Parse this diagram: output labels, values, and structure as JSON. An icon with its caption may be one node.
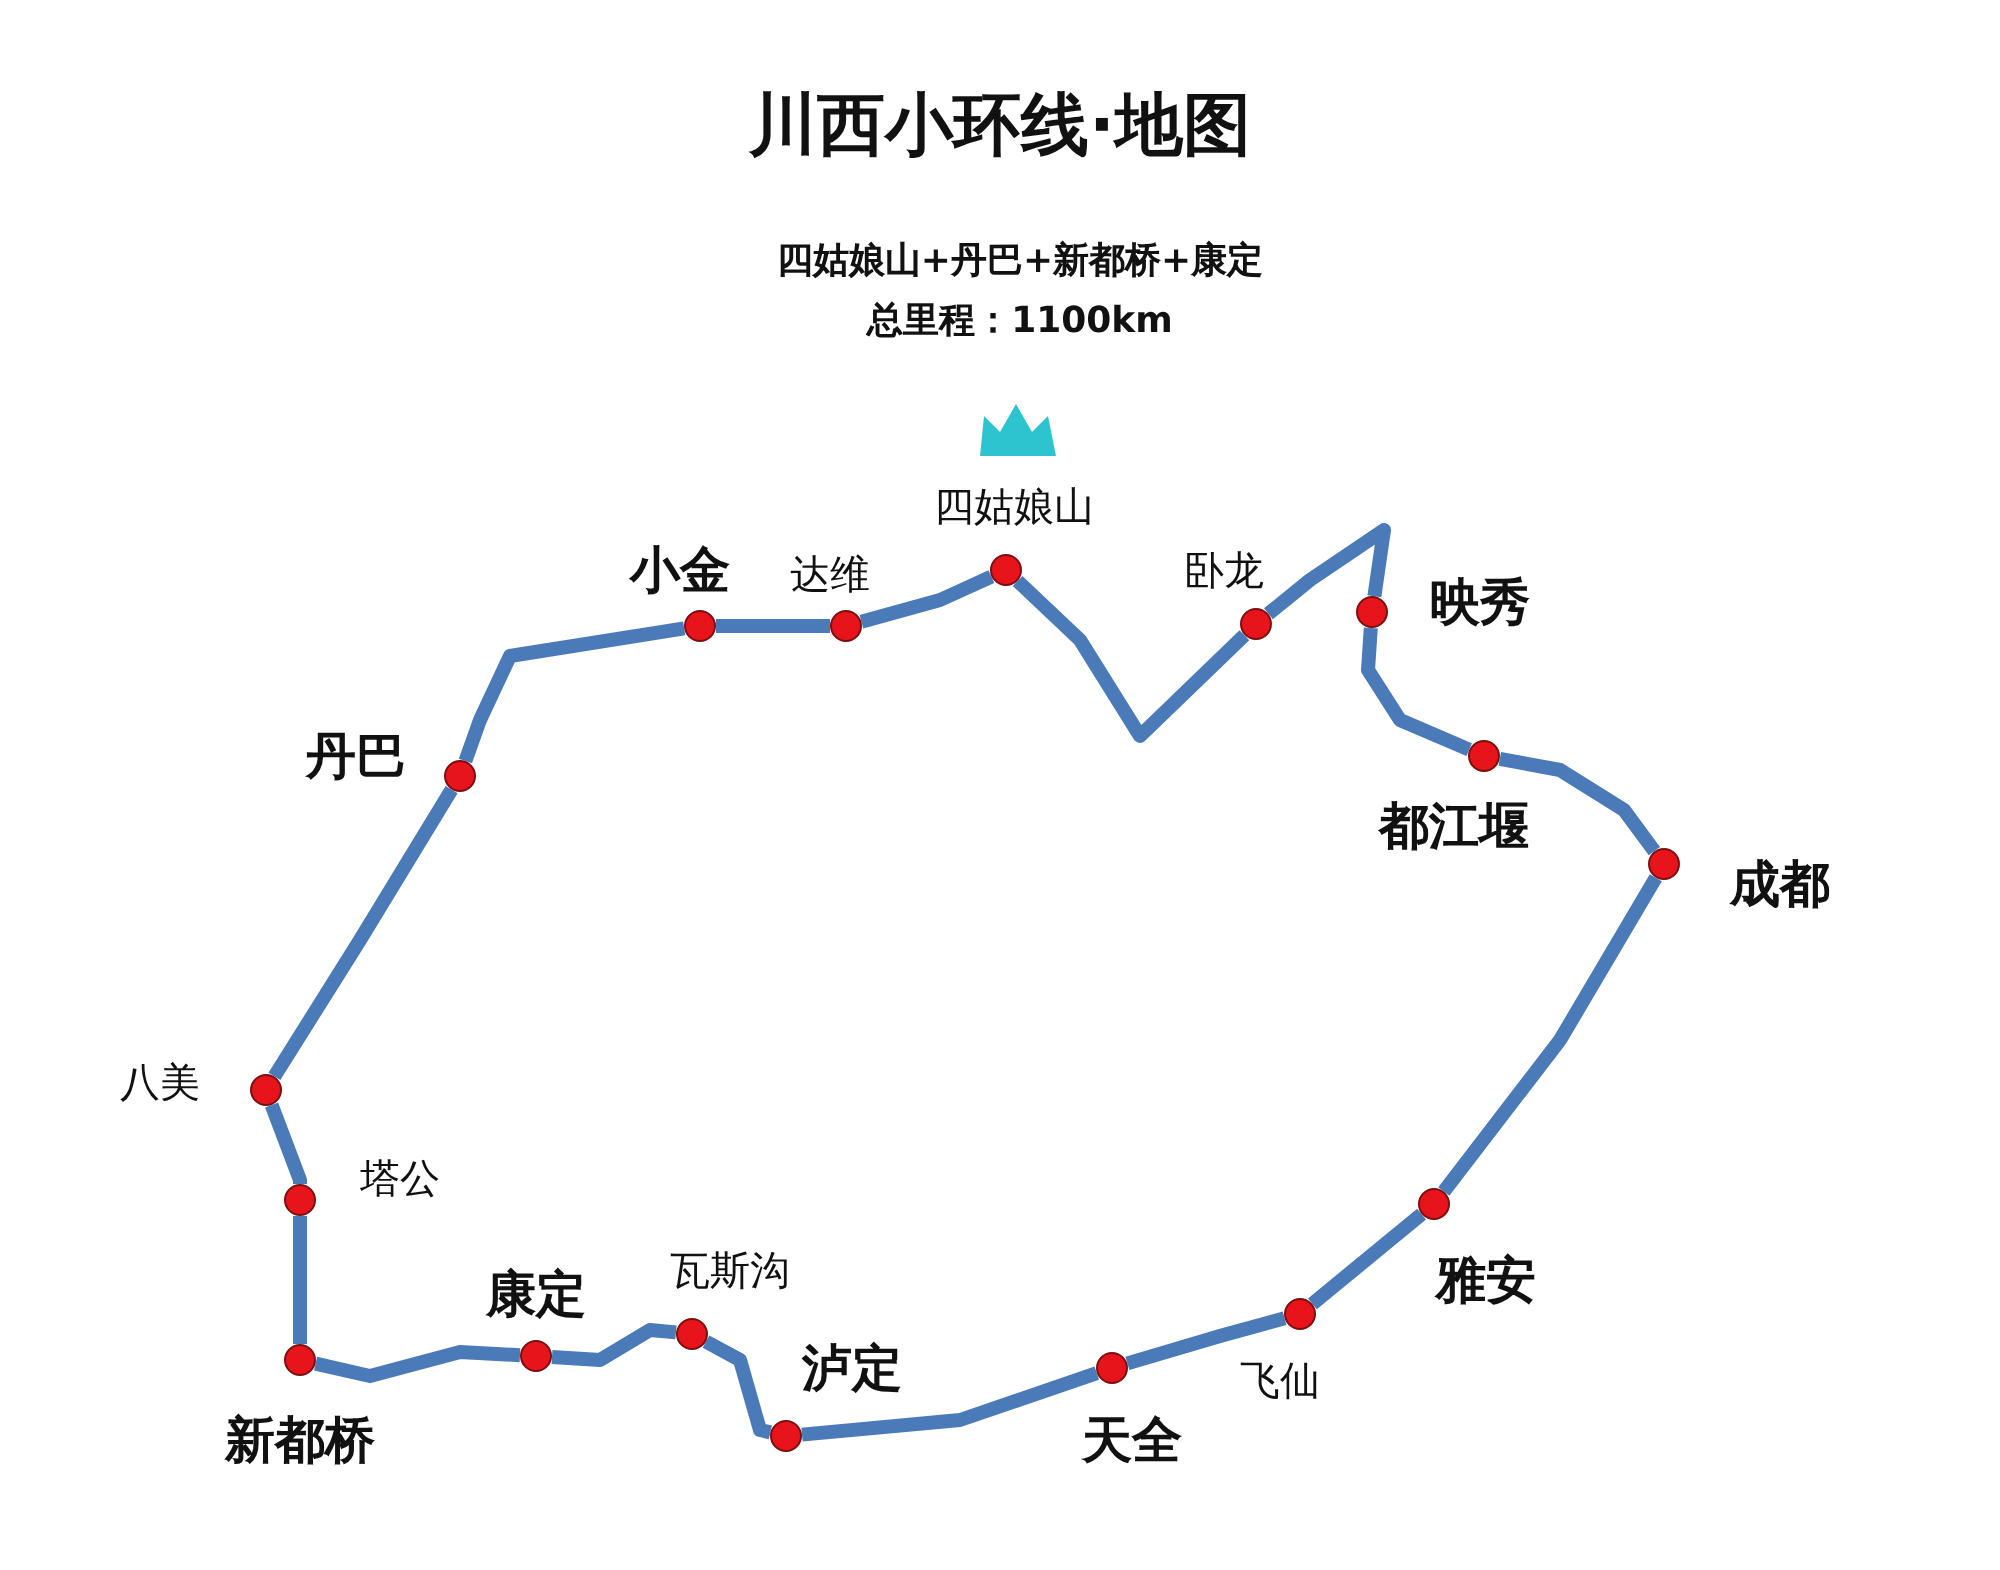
{
  "diagram": {
    "title": "川西小环线·地图",
    "nodes": [
      {
        "text": [],
        "shape": "circle",
        "beside": [
          "成都"
        ]
      },
      {
        "text": [],
        "shape": "circle",
        "beside": [
          "都江堰"
        ]
      },
      {
        "text": [],
        "shape": "circle",
        "beside": [
          "映秀"
        ]
      },
      {
        "text": [],
        "shape": "circle",
        "beside": [
          "卧龙"
        ]
      },
      {
        "text": [],
        "shape": "circle",
        "beside": [
          "四姑娘山"
        ]
      },
      {
        "text": [],
        "shape": "circle",
        "beside": [
          "达维"
        ]
      },
      {
        "text": [],
        "shape": "circle",
        "beside": [
          "小金"
        ]
      },
      {
        "text": [],
        "shape": "circle",
        "beside": [
          "丹巴"
        ]
      },
      {
        "text": [],
        "shape": "circle",
        "beside": [
          "八美"
        ]
      },
      {
        "text": [],
        "shape": "circle",
        "beside": [
          "塔公"
        ]
      },
      {
        "text": [],
        "shape": "circle",
        "beside": [
          "新都桥"
        ]
      },
      {
        "text": [],
        "shape": "circle",
        "beside": [
          "康定"
        ]
      },
      {
        "text": [],
        "shape": "circle",
        "beside": [
          "瓦斯沟"
        ]
      },
      {
        "text": [],
        "shape": "circle",
        "beside": [
          "泸定"
        ]
      },
      {
        "text": [],
        "shape": "circle",
        "beside": [
          "天全"
        ]
      },
      {
        "text": [],
        "shape": "circle",
        "beside": [
          "飞仙"
        ]
      },
      {
        "text": [],
        "shape": "circle",
        "beside": [
          "雅安"
        ]
      }
    ],
    "edges": [
      {
        "from": 0,
        "to": 1,
        "arrow": "none"
      },
      {
        "from": 1,
        "to": 2,
        "arrow": "none"
      },
      {
        "from": 2,
        "to": 3,
        "arrow": "none"
      },
      {
        "from": 3,
        "to": 4,
        "arrow": "none"
      },
      {
        "from": 4,
        "to": 5,
        "arrow": "none"
      },
      {
        "from": 5,
        "to": 6,
        "arrow": "none"
      },
      {
        "from": 6,
        "to": 7,
        "arrow": "none"
      },
      {
        "from": 7,
        "to": 8,
        "arrow": "none"
      },
      {
        "from": 8,
        "to": 9,
        "arrow": "none"
      },
      {
        "from": 9,
        "to": 10,
        "arrow": "none"
      },
      {
        "from": 10,
        "to": 11,
        "arrow": "none"
      },
      {
        "from": 11,
        "to": 12,
        "arrow": "none"
      },
      {
        "from": 12,
        "to": 13,
        "arrow": "none"
      },
      {
        "from": 13,
        "to": 14,
        "arrow": "none"
      },
      {
        "from": 14,
        "to": 15,
        "arrow": "none"
      },
      {
        "from": 15,
        "to": 16,
        "arrow": "none"
      },
      {
        "from": 16,
        "to": 0,
        "arrow": "none"
      }
    ],
    "labels": [
      "四姑娘山+丹巴+新都桥+康定",
      "总里程：1100km"
    ]
  }
}
